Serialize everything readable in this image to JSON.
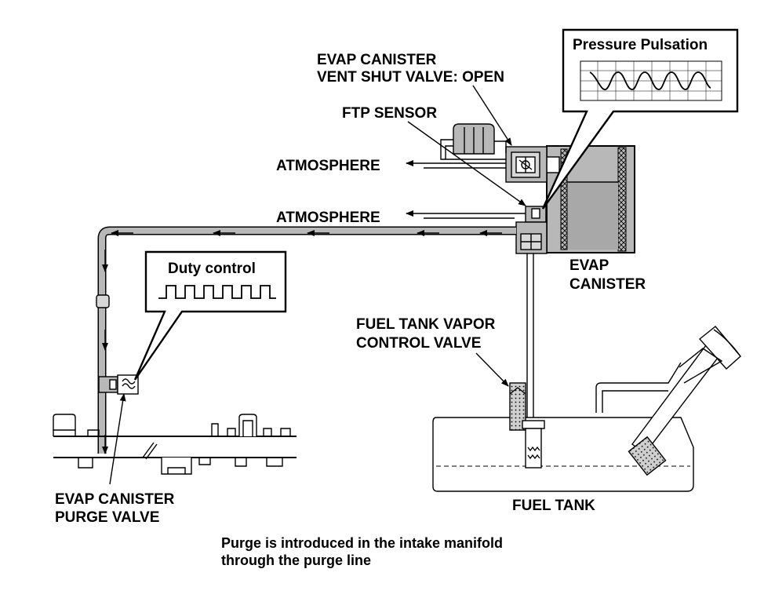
{
  "labels": {
    "vent_valve_line1": "EVAP CANISTER",
    "vent_valve_line2": "VENT SHUT VALVE: OPEN",
    "ftp_sensor": "FTP SENSOR",
    "atmosphere_upper": "ATMOSPHERE",
    "atmosphere_lower": "ATMOSPHERE",
    "canister_line1": "EVAP",
    "canister_line2": "CANISTER",
    "vapor_valve_line1": "FUEL TANK VAPOR",
    "vapor_valve_line2": "CONTROL VALVE",
    "fuel_tank": "FUEL TANK",
    "purge_valve_line1": "EVAP CANISTER",
    "purge_valve_line2": "PURGE VALVE"
  },
  "callouts": {
    "pressure_pulsation": "Pressure Pulsation",
    "duty_control": "Duty control"
  },
  "caption": {
    "line1": "Purge is introduced in the intake manifold",
    "line2": "through the purge line"
  },
  "colors": {
    "line": "#000000",
    "fill_gray": "#b8b8b8",
    "fill_light": "#d8d8d8",
    "background": "#ffffff"
  }
}
